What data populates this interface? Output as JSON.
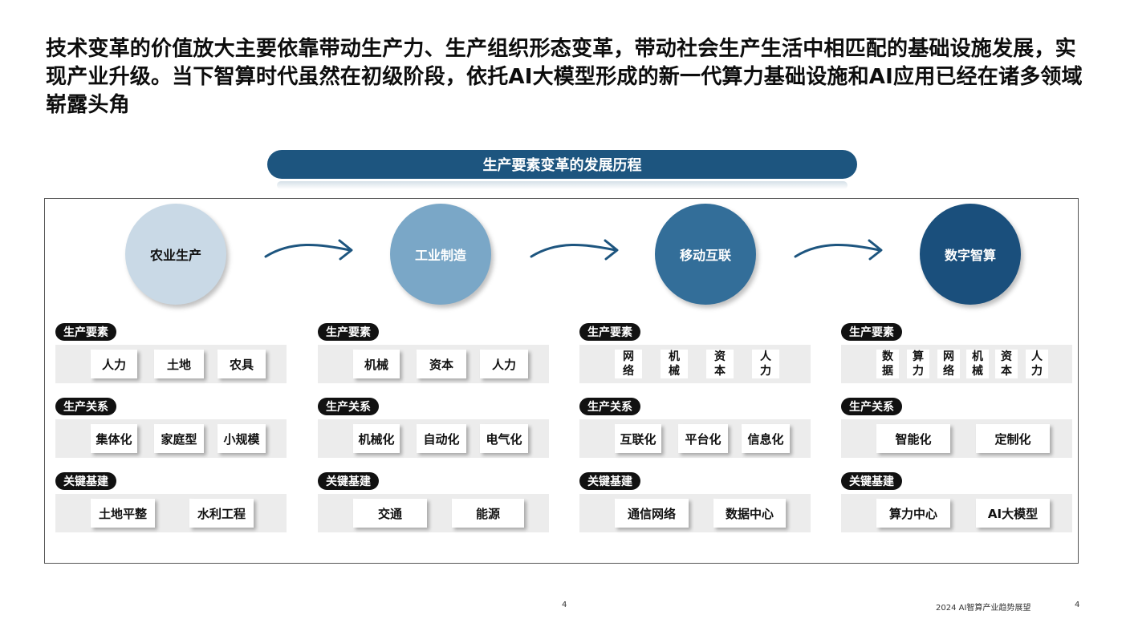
{
  "headline": "技术变革的价值放大主要依靠带动生产力、生产组织形态变革，带动社会生产生活中相匹配的基础设施发展，实现产业升级。当下智算时代虽然在初级阶段，依托AI大模型形成的新一代算力基础设施和AI应用已经在诸多领域崭露头角",
  "banner": "生产要素变革的发展历程",
  "colors": {
    "stage1": "#c9d9e6",
    "stage2": "#7aa7c7",
    "stage3": "#336e99",
    "stage4": "#1a4f7c",
    "banner": "#1d557f",
    "arrow": "#1d557f"
  },
  "stages": [
    {
      "name": "农业生产",
      "sections": [
        {
          "label": "生产要素",
          "items": [
            "人力",
            "土地",
            "农具"
          ]
        },
        {
          "label": "生产关系",
          "items": [
            "集体化",
            "家庭型",
            "小规模"
          ]
        },
        {
          "label": "关键基建",
          "items": [
            "土地平整",
            "水利工程"
          ]
        }
      ]
    },
    {
      "name": "工业制造",
      "sections": [
        {
          "label": "生产要素",
          "items": [
            "机械",
            "资本",
            "人力"
          ]
        },
        {
          "label": "生产关系",
          "items": [
            "机械化",
            "自动化",
            "电气化"
          ]
        },
        {
          "label": "关键基建",
          "items": [
            "交通",
            "能源"
          ]
        }
      ]
    },
    {
      "name": "移动互联",
      "sections": [
        {
          "label": "生产要素",
          "items": [
            "网络",
            "机械",
            "资本",
            "人力"
          ]
        },
        {
          "label": "生产关系",
          "items": [
            "互联化",
            "平台化",
            "信息化"
          ]
        },
        {
          "label": "关键基建",
          "items": [
            "通信网络",
            "数据中心"
          ]
        }
      ]
    },
    {
      "name": "数字智算",
      "sections": [
        {
          "label": "生产要素",
          "items": [
            "数据",
            "算力",
            "网络",
            "机械",
            "资本",
            "人力"
          ]
        },
        {
          "label": "生产关系",
          "items": [
            "智能化",
            "定制化"
          ]
        },
        {
          "label": "关键基建",
          "items": [
            "算力中心",
            "AI大模型"
          ]
        }
      ]
    }
  ],
  "footer": {
    "center_page": "4",
    "doc_title": "2024 AI智算产业趋势展望",
    "right_page": "4"
  }
}
